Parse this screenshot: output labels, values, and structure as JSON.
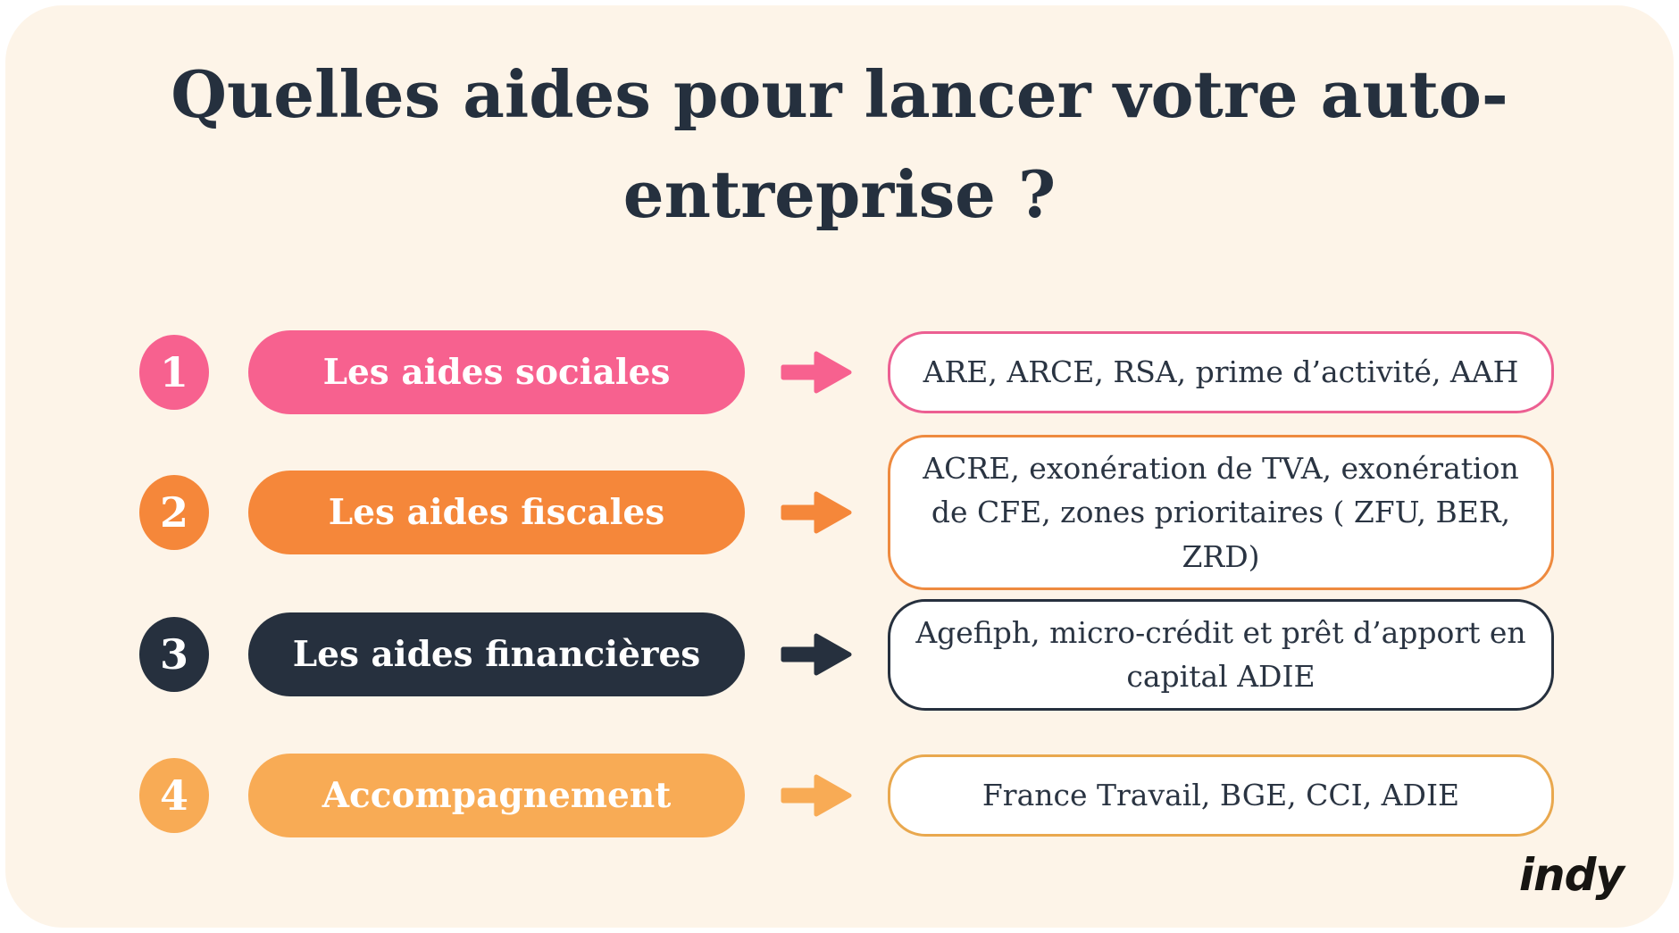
{
  "title": {
    "line1": "Quelles aides pour lancer votre auto-",
    "line2": "entreprise ?"
  },
  "rows": [
    {
      "number": "1",
      "label": "Les aides sociales",
      "detail": "ARE, ARCE, RSA, prime d’activité, AAH",
      "color": "#F7618F",
      "border_color": "#EC5F92"
    },
    {
      "number": "2",
      "label": "Les aides fiscales",
      "detail": "ACRE, exonération de TVA, exonération de CFE, zones prioritaires ( ZFU, BER, ZRD)",
      "color": "#F5873A",
      "border_color": "#EE8A3F"
    },
    {
      "number": "3",
      "label": "Les aides financières",
      "detail": "Agefiph, micro-crédit et prêt d’apport en capital ADIE",
      "color": "#26303E",
      "border_color": "#26303E"
    },
    {
      "number": "4",
      "label": "Accompagnement",
      "detail": "France Travail, BGE, CCI, ADIE",
      "color": "#F8AB55",
      "border_color": "#E9A84E"
    }
  ],
  "logo": {
    "text": "indy"
  },
  "colors": {
    "page_bg": "#FFFFFF",
    "card_bg": "#FDF4E8",
    "title_text": "#25303E",
    "detail_text": "#2A3442",
    "box_bg": "#FFFFFF",
    "pill_text": "#FFFFFF"
  }
}
